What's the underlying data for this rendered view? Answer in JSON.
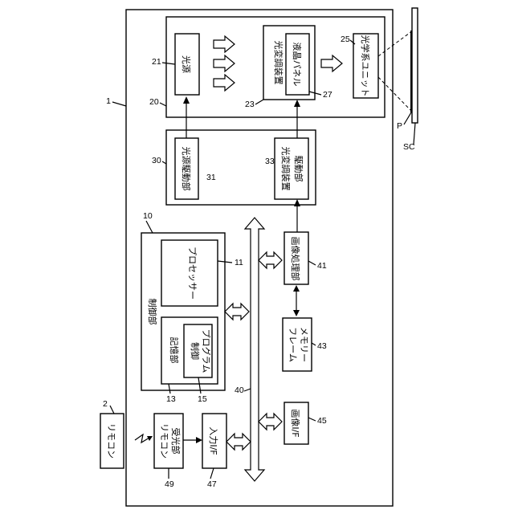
{
  "diagram": {
    "labels": {
      "light_source": "光源",
      "light_modulator": "光変調装置",
      "liquid_crystal_panel": "液晶パネル",
      "optical_system_unit": "光学系ユニット",
      "light_source_driver": "光源駆動部",
      "light_modulator_driver_line1": "光変調装置",
      "light_modulator_driver_line2": "駆動部",
      "control_unit": "制御部",
      "processor": "プロセッサー",
      "storage_unit": "記憶部",
      "control_program_line1": "制御",
      "control_program_line2": "プログラム",
      "image_processing_unit": "画像処理部",
      "frame_memory_line1": "フレーム",
      "frame_memory_line2": "メモリー",
      "image_if": "画像I/F",
      "input_if": "入力I/F",
      "remote_receiver_line1": "リモコン",
      "remote_receiver_line2": "受光部",
      "remote_control": "リモコン"
    },
    "refs": {
      "projector": "1",
      "remote_control": "2",
      "control_unit": "10",
      "processor": "11",
      "storage_unit": "13",
      "control_program": "15",
      "projection_unit": "20",
      "light_source": "21",
      "light_modulator": "23",
      "optical_system_unit": "25",
      "liquid_crystal_panel": "27",
      "driver_section": "30",
      "light_source_driver": "31",
      "light_modulator_driver": "33",
      "bus": "40",
      "image_processing_unit": "41",
      "frame_memory": "43",
      "image_if": "45",
      "input_if": "47",
      "remote_receiver": "49",
      "screen": "SC",
      "image": "P"
    }
  }
}
